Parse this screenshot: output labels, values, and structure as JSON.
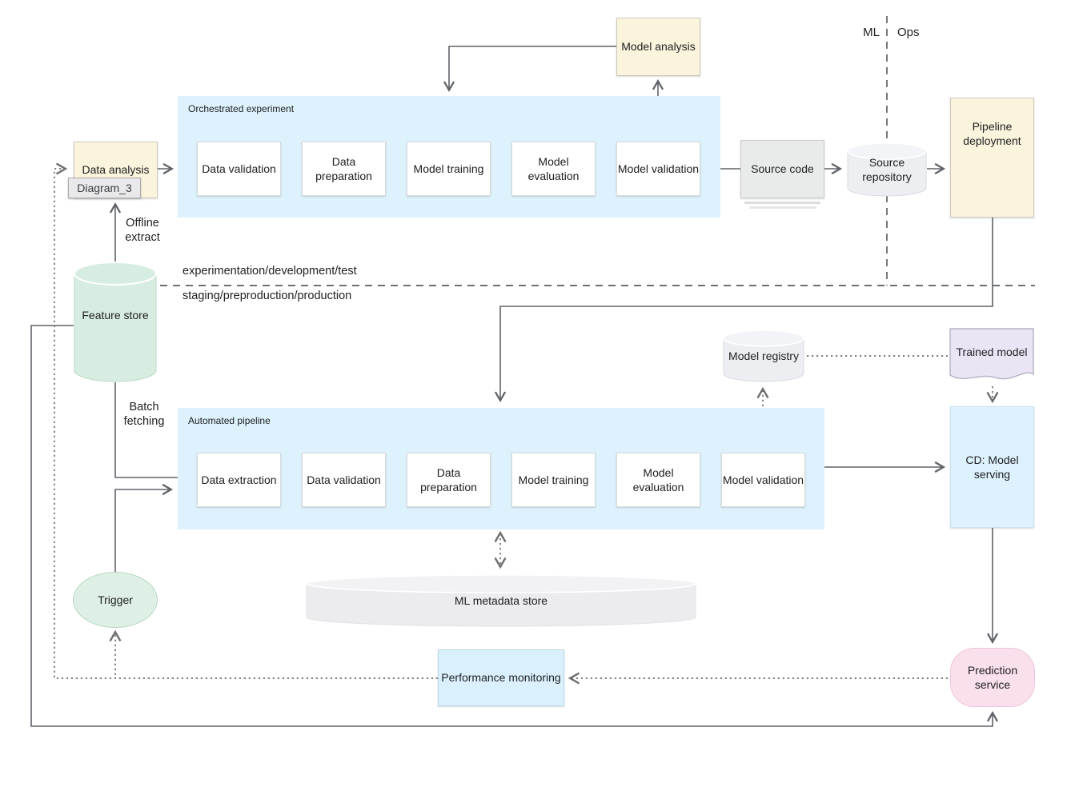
{
  "page": {
    "tooltip": "Diagram_3"
  },
  "zones": {
    "ml": "ML",
    "ops": "Ops",
    "experiment_env": "experimentation/development/test",
    "production_env": "staging/preproduction/production"
  },
  "pipelines": {
    "orchestrated": {
      "label": "Orchestrated experiment",
      "steps": [
        "Data validation",
        "Data preparation",
        "Model training",
        "Model evaluation",
        "Model validation"
      ]
    },
    "automated": {
      "label": "Automated pipeline",
      "steps": [
        "Data extraction",
        "Data validation",
        "Data preparation",
        "Model training",
        "Model evaluation",
        "Model validation"
      ]
    }
  },
  "nodes": {
    "data_analysis": "Data analysis",
    "model_analysis": "Model analysis",
    "source_code": "Source code",
    "source_repository": "Source repository",
    "pipeline_deployment": "Pipeline deployment",
    "feature_store": "Feature store",
    "model_registry": "Model registry",
    "trained_model": "Trained model",
    "cd_model_serving": "CD: Model serving",
    "ml_metadata_store": "ML metadata store",
    "trigger": "Trigger",
    "performance_monitoring": "Performance monitoring",
    "prediction_service": "Prediction service"
  },
  "edge_labels": {
    "offline_extract": "Offline\nextract",
    "batch_fetching": "Batch\nfetching"
  },
  "colors": {
    "container_blue": "#ddf2fc",
    "node_cream": "#faf4dc",
    "node_gray": "#e9ebea",
    "cylinder_gray": "#eceef2",
    "feature_green": "#d8ede1",
    "trigger_green": "#def0e5",
    "trained_purple": "#eae4f4",
    "prediction_pink": "#f9e0ec",
    "monitoring_blue": "#daf1fd",
    "line_gray": "#5f6368"
  }
}
